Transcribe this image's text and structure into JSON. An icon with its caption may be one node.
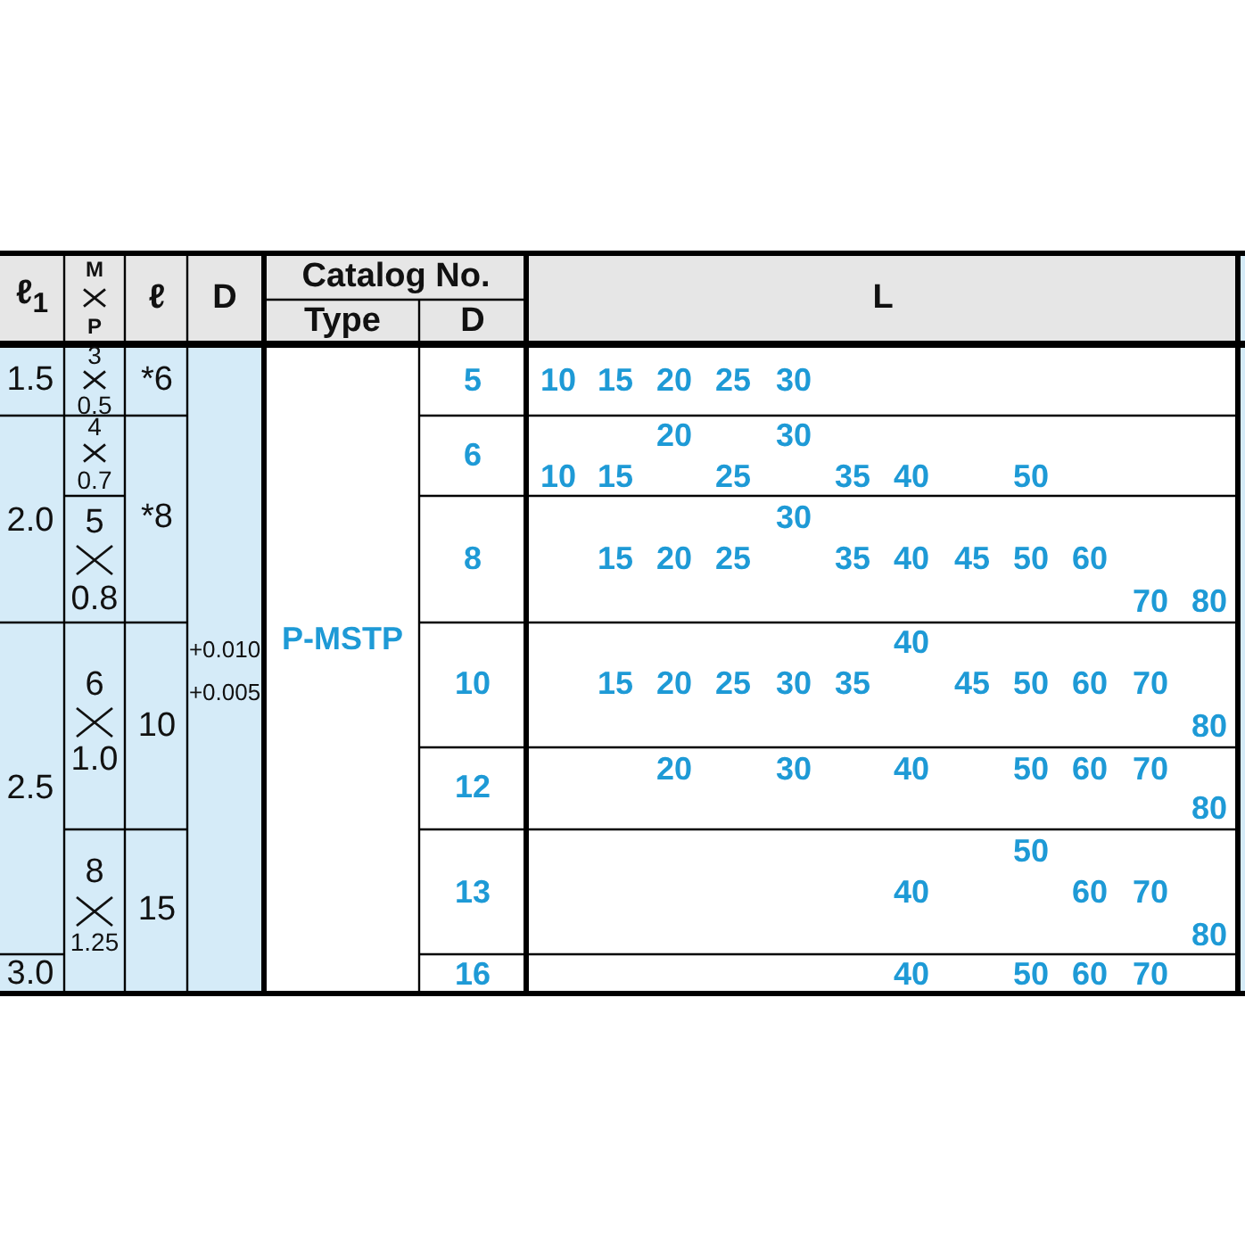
{
  "diagram": {
    "labels": [
      "ℓ$_{1}$",
      "M",
      "P",
      "ℓ",
      "D",
      "Catalog No.",
      "L",
      "Type",
      "D",
      "1.5",
      "3",
      "0.5",
      "*6",
      "5",
      "10",
      "15",
      "20",
      "25",
      "30",
      "2.0",
      "4",
      "0.7",
      "*8",
      "6",
      "20",
      "30",
      "10",
      "15",
      "25",
      "35",
      "40",
      "50",
      "5",
      "0.8",
      "+0.010",
      "+0.005",
      "P-MSTP",
      "8",
      "30",
      "15",
      "20",
      "25",
      "35",
      "40",
      "45",
      "50",
      "60",
      "70",
      "80",
      "2.5",
      "6",
      "1.0",
      "10",
      "10",
      "40",
      "15",
      "20",
      "25",
      "30",
      "35",
      "45",
      "50",
      "60",
      "70",
      "80",
      "12",
      "20",
      "30",
      "40",
      "50",
      "60",
      "70",
      "80",
      "8",
      "1.25",
      "15",
      "13",
      "50",
      "40",
      "60",
      "70",
      "80",
      "3.0",
      "16",
      "40",
      "50",
      "60",
      "70"
    ]
  }
}
